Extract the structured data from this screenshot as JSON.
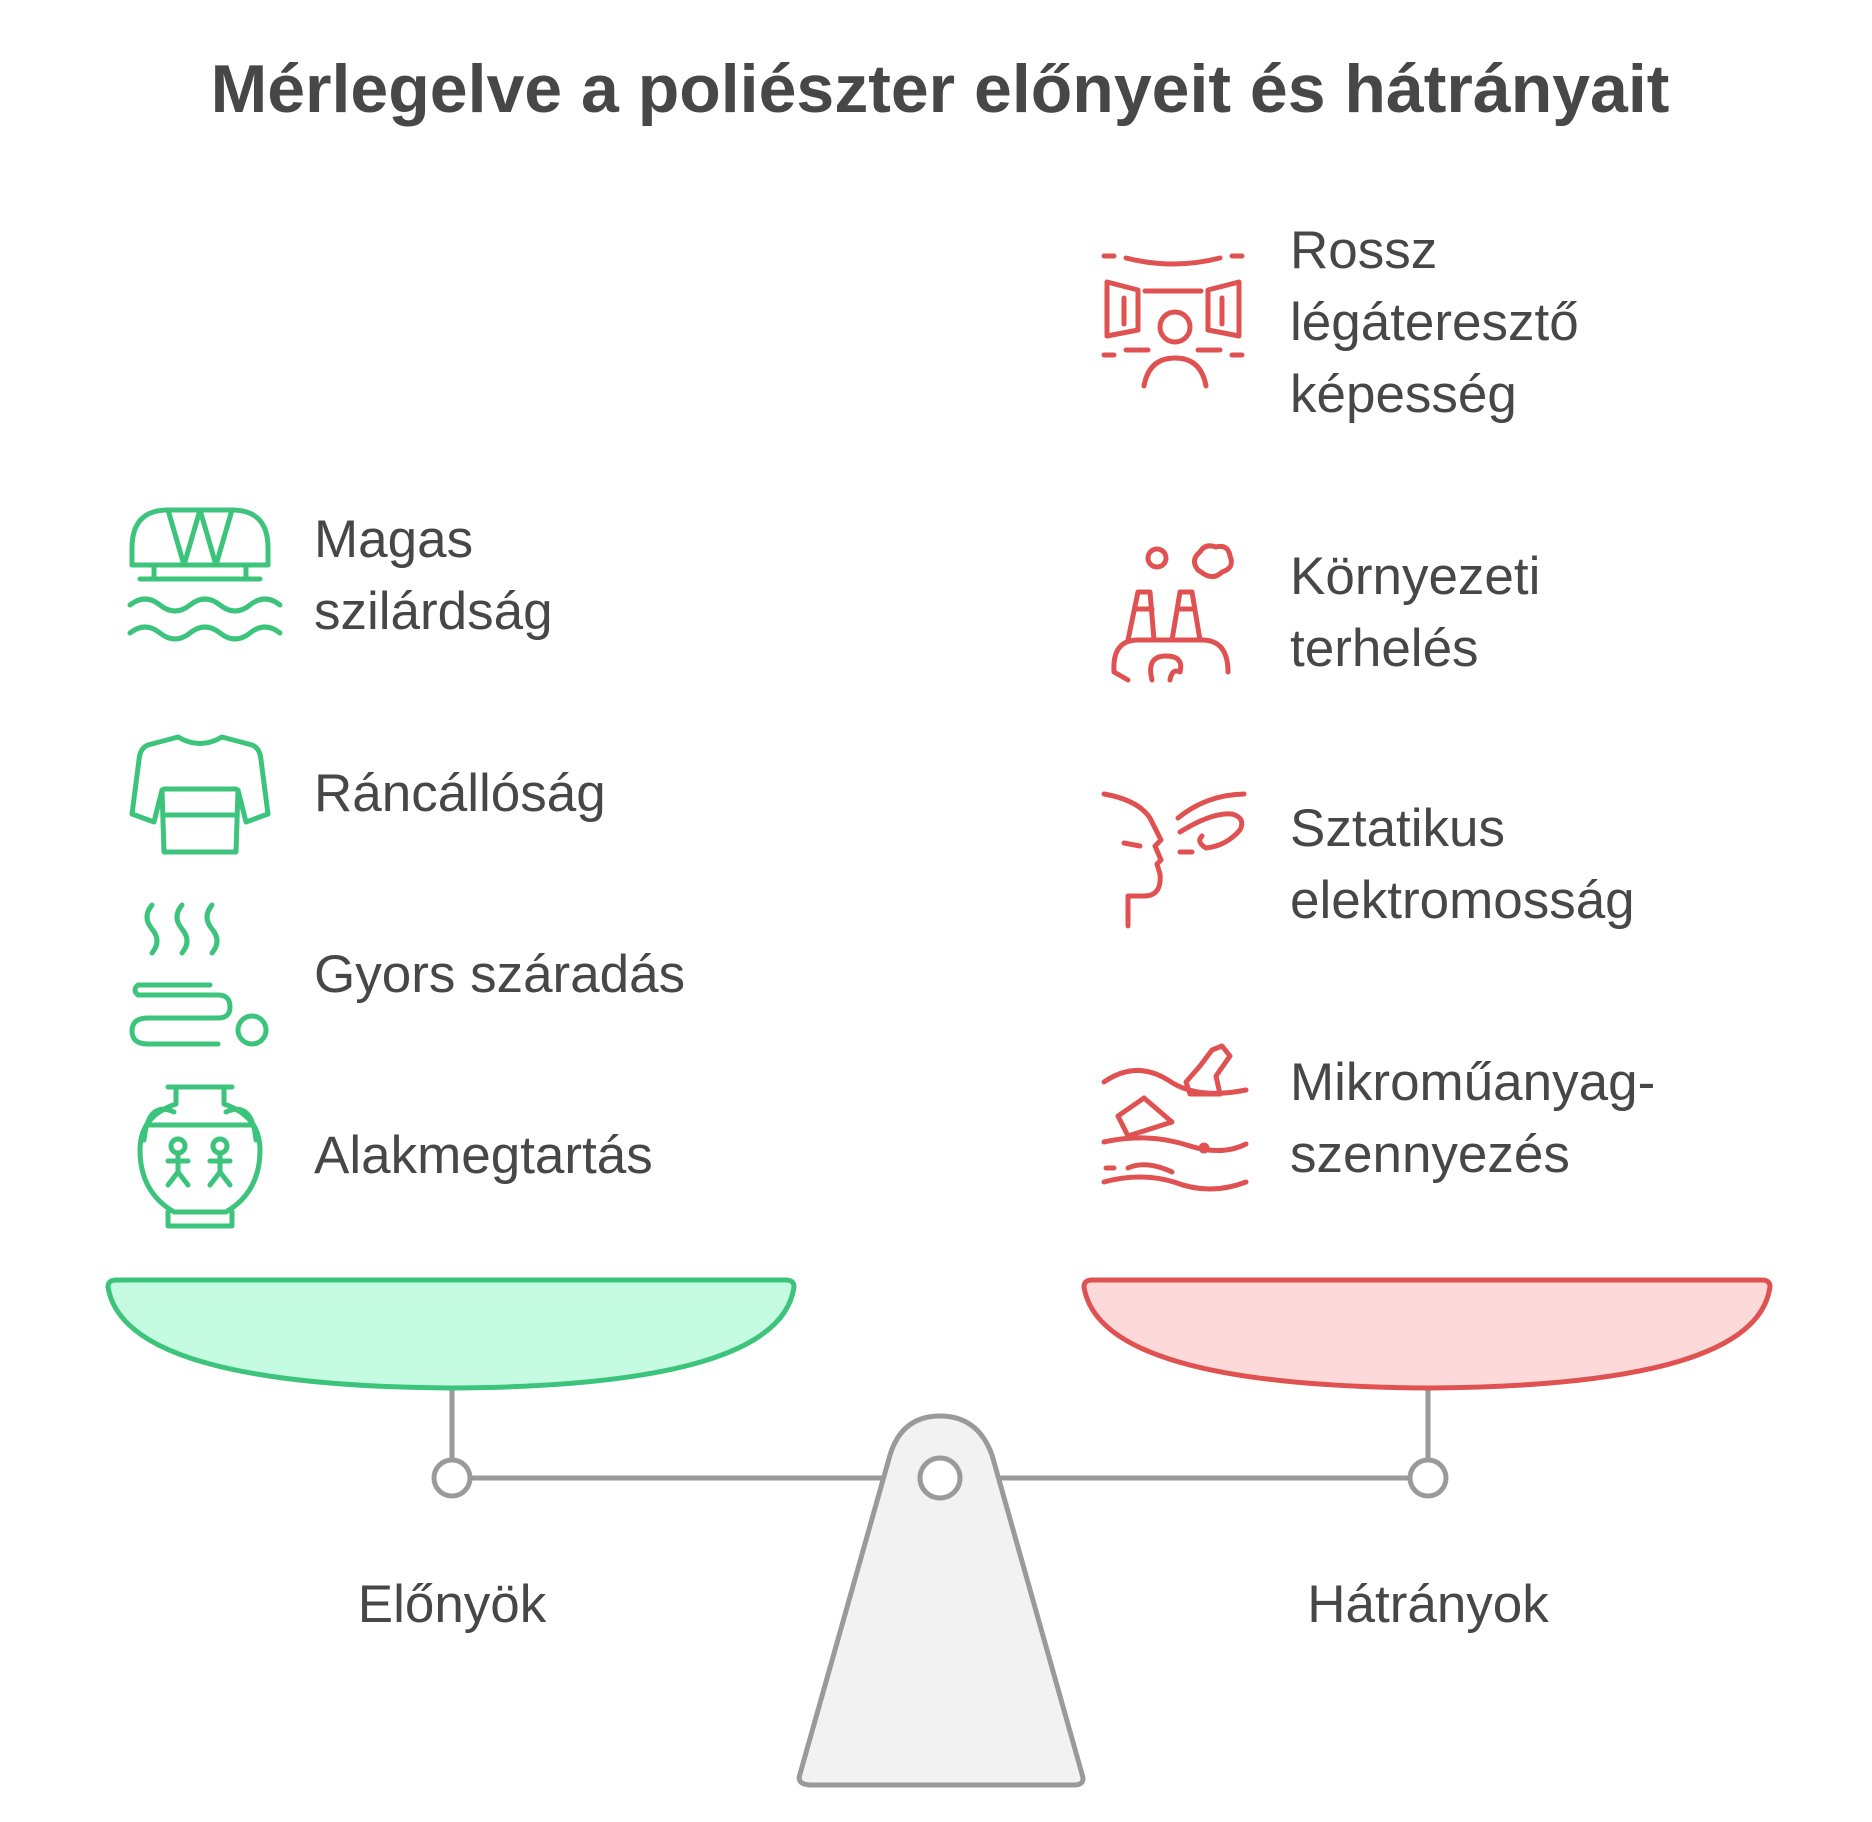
{
  "title": "Mérlegelve a poliészter előnyeit és hátrányait",
  "colors": {
    "pro": "#3cc47c",
    "pro_fill": "#c5fbe0",
    "con": "#e05252",
    "con_fill": "#fdd9d9",
    "scale": "#9a9a9a",
    "scale_fill": "#f2f2f2",
    "text": "#474747"
  },
  "pros": {
    "label": "Előnyök",
    "items": [
      {
        "icon": "bridge-icon",
        "lines": [
          "Magas",
          "szilárdság"
        ]
      },
      {
        "icon": "shirt-icon",
        "lines": [
          "Ráncállóság"
        ]
      },
      {
        "icon": "drying-towel-icon",
        "lines": [
          "Gyors száradás"
        ]
      },
      {
        "icon": "vase-icon",
        "lines": [
          "Alakmegtartás"
        ]
      }
    ]
  },
  "cons": {
    "label": "Hátrányok",
    "items": [
      {
        "icon": "enclosed-person-icon",
        "lines": [
          "Rossz",
          "légáteresztő",
          "képesség"
        ]
      },
      {
        "icon": "pollution-earth-icon",
        "lines": [
          "Környezeti",
          "terhelés"
        ]
      },
      {
        "icon": "static-shock-icon",
        "lines": [
          "Sztatikus",
          "elektromosság"
        ]
      },
      {
        "icon": "ocean-plastic-icon",
        "lines": [
          "Mikroműanyag-",
          "szennyezés"
        ]
      }
    ]
  }
}
